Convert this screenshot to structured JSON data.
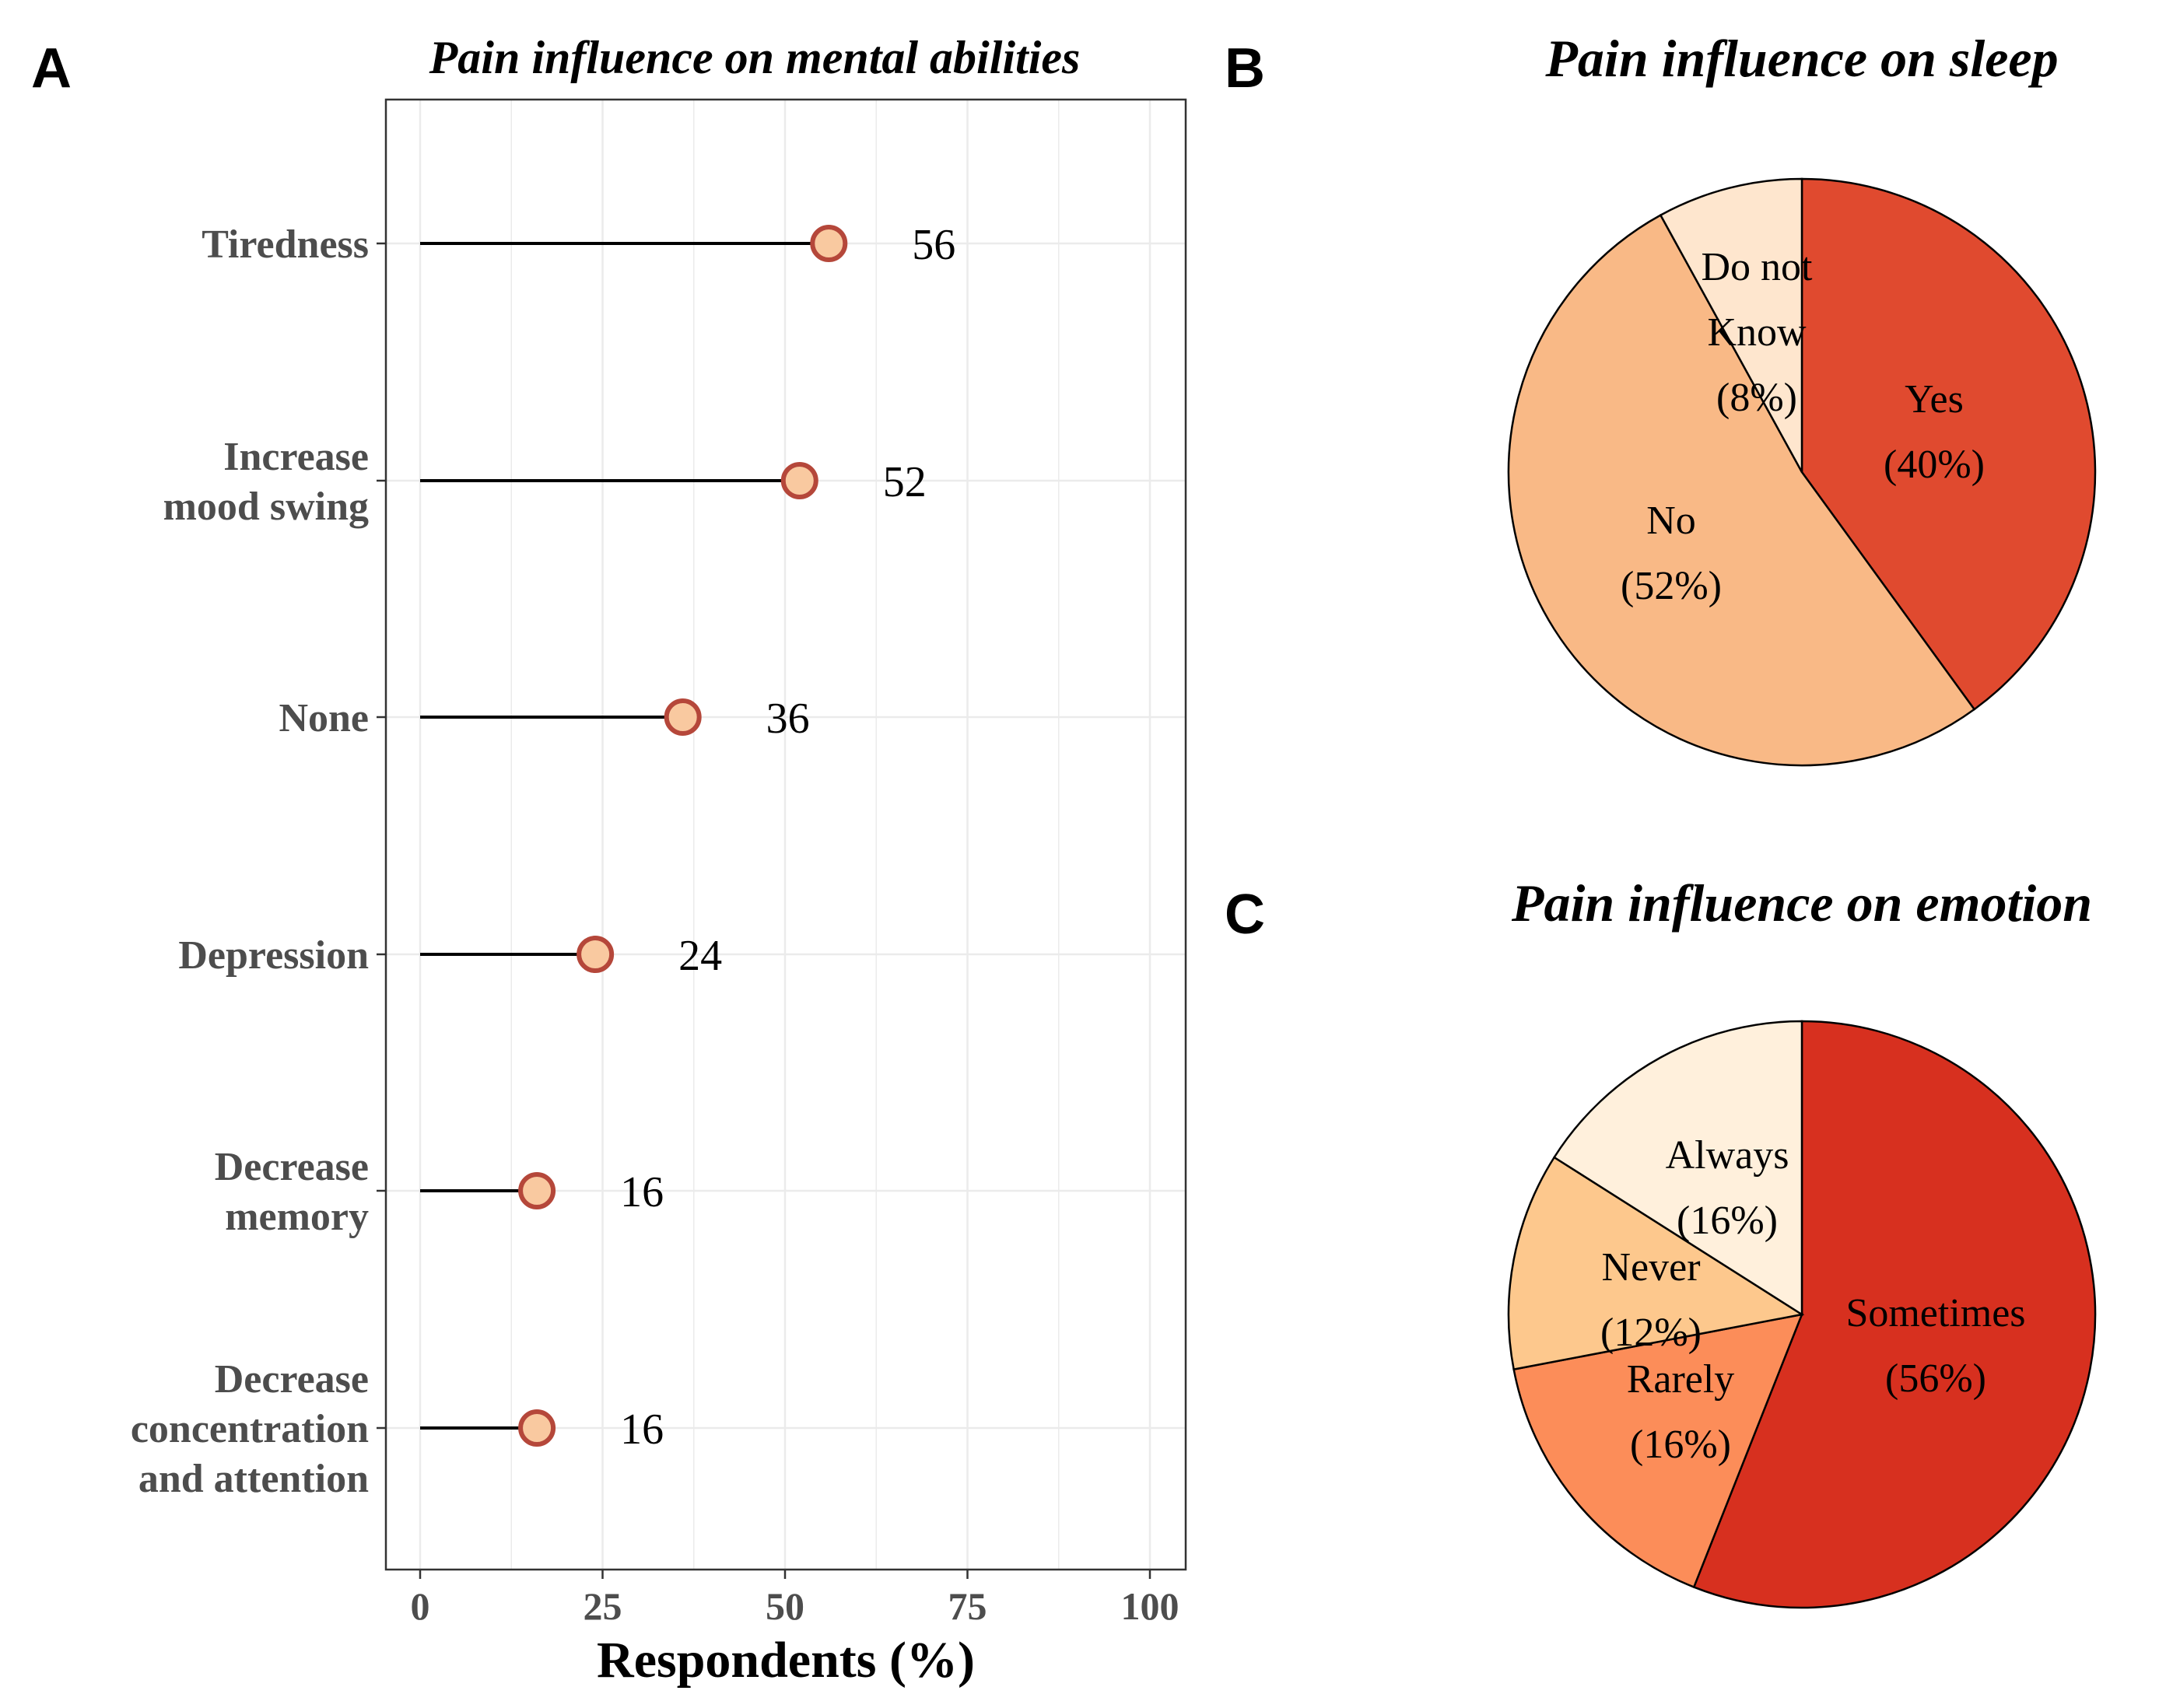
{
  "panels": {
    "a": {
      "letter": "A"
    },
    "b": {
      "letter": "B"
    },
    "c": {
      "letter": "C"
    }
  },
  "colors": {
    "dot_fill": "#f9c9a0",
    "dot_stroke": "#b5473a",
    "stem": "#000000",
    "grid": "#ebebeb"
  },
  "chart_data": [
    {
      "type": "lollipop",
      "title": "Pain influence on mental abilities",
      "xlabel": "Respondents (%)",
      "xlim": [
        0,
        100
      ],
      "xticks": [
        0,
        25,
        50,
        75,
        100
      ],
      "categories": [
        [
          "Tiredness"
        ],
        [
          "Increase",
          "mood swing"
        ],
        [
          "None"
        ],
        [
          "Depression"
        ],
        [
          "Decrease",
          "memory"
        ],
        [
          "Decrease",
          "concentration",
          "and attention"
        ]
      ],
      "values": [
        56,
        52,
        36,
        24,
        16,
        16
      ],
      "value_labels": [
        "56",
        "52",
        "36",
        "24",
        "16",
        "16"
      ],
      "grid": true
    },
    {
      "type": "pie",
      "title": "Pain influence on sleep",
      "slices": [
        {
          "label": [
            "Yes",
            "(40%)"
          ],
          "value": 40,
          "color": "#e04a2f"
        },
        {
          "label": [
            "No",
            "(52%)"
          ],
          "value": 52,
          "color": "#f9b986"
        },
        {
          "label": [
            "Do not",
            "Know",
            "(8%)"
          ],
          "value": 8,
          "color": "#fee6ce"
        }
      ]
    },
    {
      "type": "pie",
      "title": "Pain influence on emotion",
      "slices": [
        {
          "label": [
            "Sometimes",
            "(56%)"
          ],
          "value": 56,
          "color": "#d7301f"
        },
        {
          "label": [
            "Rarely",
            "(16%)"
          ],
          "value": 16,
          "color": "#fc8d59"
        },
        {
          "label": [
            "Never",
            "(12%)"
          ],
          "value": 12,
          "color": "#fdc88d"
        },
        {
          "label": [
            "Always",
            "(16%)"
          ],
          "value": 16,
          "color": "#fff0dc"
        }
      ]
    }
  ]
}
